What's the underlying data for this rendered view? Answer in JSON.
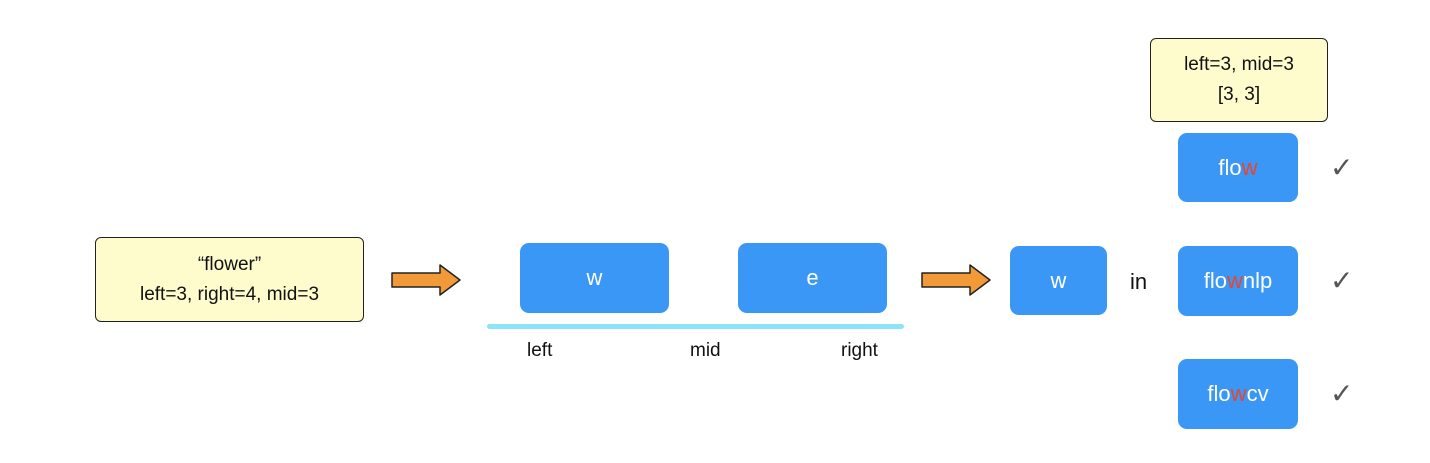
{
  "input_note": {
    "line1": "“flower”",
    "line2": "left=3, right=4, mid=3"
  },
  "middle": {
    "left_char": "w",
    "right_char": "e",
    "left_label": "left",
    "mid_label": "mid",
    "right_label": "right"
  },
  "query": {
    "char": "w",
    "in_label": "in"
  },
  "result_note": {
    "line1": "left=3, mid=3",
    "line2": "[3, 3]"
  },
  "candidates": [
    {
      "prefix": "flo",
      "highlight": "w",
      "suffix": "",
      "check": "✓"
    },
    {
      "prefix": "flo",
      "highlight": "w",
      "suffix": "nlp",
      "check": "✓"
    },
    {
      "prefix": "flo",
      "highlight": "w",
      "suffix": "cv",
      "check": "✓"
    }
  ],
  "colors": {
    "box": "#3a97f5",
    "note_bg": "#fefccd",
    "arrow": "#f29a38",
    "highlight": "#e8452f",
    "range_bar": "#8de3f7"
  }
}
